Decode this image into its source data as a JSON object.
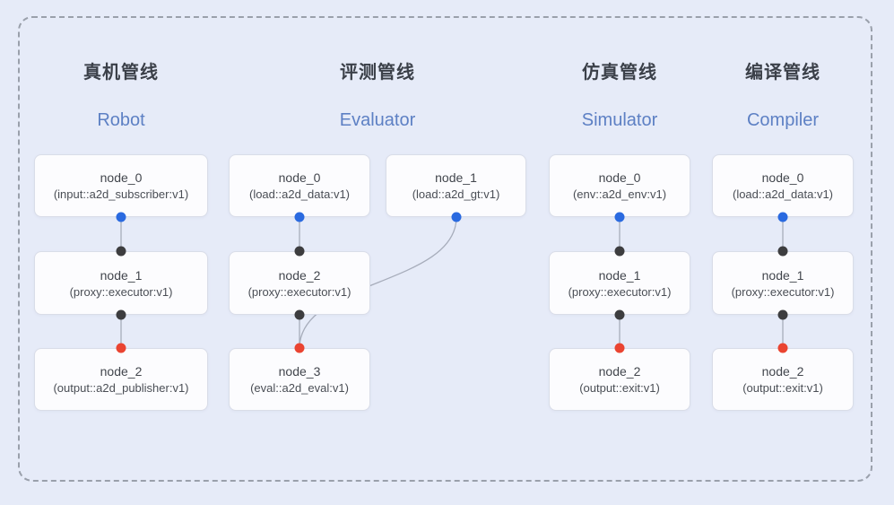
{
  "canvas": {
    "background": "#e6ebf8",
    "frame_border_color": "#9aa0ab"
  },
  "colors": {
    "handle_source_blue": "#2a6ae0",
    "handle_mid_dark": "#3d3d3f",
    "handle_target_red": "#ea4431",
    "edge_line": "#a7adbb",
    "node_background": "#fcfcfe",
    "node_border": "#d9dde8",
    "node_text": "#45484e",
    "title_zh_color": "#3b4049",
    "title_en_color": "#5d80c4"
  },
  "pipelines": [
    {
      "title_zh": "真机管线",
      "title_en": "Robot",
      "nodes": [
        {
          "name": "node_0",
          "type": "(input::a2d_subscriber:v1)"
        },
        {
          "name": "node_1",
          "type": "(proxy::executor:v1)"
        },
        {
          "name": "node_2",
          "type": "(output::a2d_publisher:v1)"
        }
      ]
    },
    {
      "title_zh": "评测管线",
      "title_en": "Evaluator",
      "nodes": [
        {
          "name": "node_0",
          "type": "(load::a2d_data:v1)"
        },
        {
          "name": "node_1",
          "type": "(load::a2d_gt:v1)"
        },
        {
          "name": "node_2",
          "type": "(proxy::executor:v1)"
        },
        {
          "name": "node_3",
          "type": "(eval::a2d_eval:v1)"
        }
      ]
    },
    {
      "title_zh": "仿真管线",
      "title_en": "Simulator",
      "nodes": [
        {
          "name": "node_0",
          "type": "(env::a2d_env:v1)"
        },
        {
          "name": "node_1",
          "type": "(proxy::executor:v1)"
        },
        {
          "name": "node_2",
          "type": "(output::exit:v1)"
        }
      ]
    },
    {
      "title_zh": "编译管线",
      "title_en": "Compiler",
      "nodes": [
        {
          "name": "node_0",
          "type": "(load::a2d_data:v1)"
        },
        {
          "name": "node_1",
          "type": "(proxy::executor:v1)"
        },
        {
          "name": "node_2",
          "type": "(output::exit:v1)"
        }
      ]
    }
  ],
  "edges": [
    {
      "pipeline": "Robot",
      "from": "node_0",
      "to": "node_1",
      "shape": "straight"
    },
    {
      "pipeline": "Robot",
      "from": "node_1",
      "to": "node_2",
      "shape": "straight"
    },
    {
      "pipeline": "Evaluator",
      "from": "node_0",
      "to": "node_2",
      "shape": "straight"
    },
    {
      "pipeline": "Evaluator",
      "from": "node_2",
      "to": "node_3",
      "shape": "straight"
    },
    {
      "pipeline": "Evaluator",
      "from": "node_1",
      "to": "node_3",
      "shape": "bezier"
    },
    {
      "pipeline": "Simulator",
      "from": "node_0",
      "to": "node_1",
      "shape": "straight"
    },
    {
      "pipeline": "Simulator",
      "from": "node_1",
      "to": "node_2",
      "shape": "straight"
    },
    {
      "pipeline": "Compiler",
      "from": "node_0",
      "to": "node_1",
      "shape": "straight"
    },
    {
      "pipeline": "Compiler",
      "from": "node_1",
      "to": "node_2",
      "shape": "straight"
    }
  ]
}
